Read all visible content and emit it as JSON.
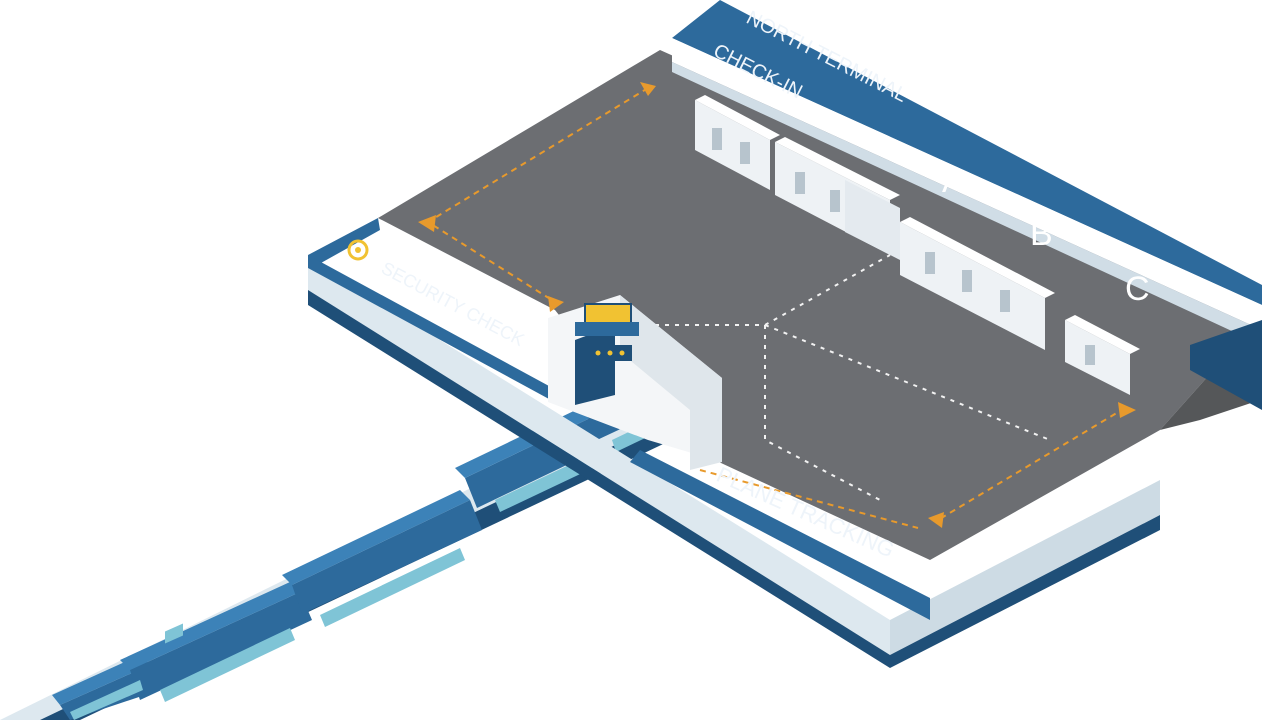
{
  "labels": {
    "north_terminal": "NORTH TERMINAL",
    "check_in": "CHECK-IN",
    "security": "SECURITY CHECK",
    "plane_tracking": "PLANE TRACKING"
  },
  "gates": [
    "A",
    "B",
    "C"
  ],
  "colors": {
    "primary_blue": "#2d6a9c",
    "dark_blue": "#1f4f78",
    "floor_gray": "#6c6e72",
    "path_orange": "#e89a2c",
    "wall_light": "#dde8ef",
    "window_teal": "#7fc4d6",
    "scanner_yellow": "#f1c232"
  },
  "icons": [
    "security-scanner-icon",
    "terminal-emblem-icon"
  ]
}
